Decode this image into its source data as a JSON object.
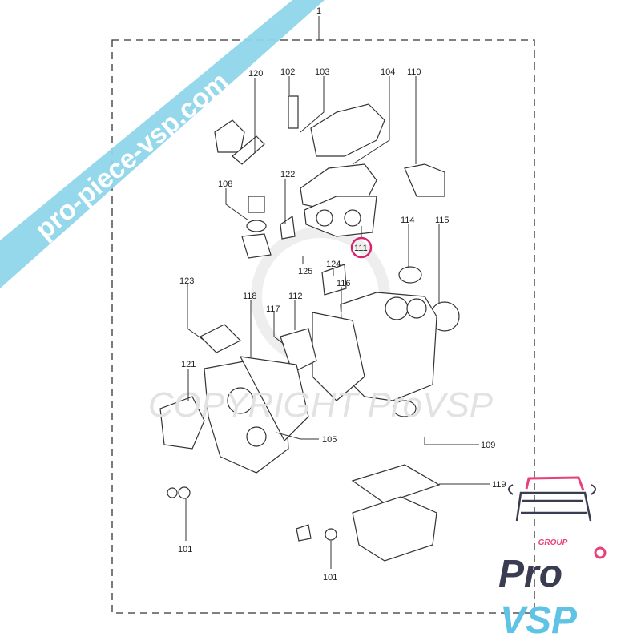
{
  "diagram": {
    "assembly_label": "1",
    "callouts": [
      {
        "id": "120",
        "text": "120"
      },
      {
        "id": "102",
        "text": "102"
      },
      {
        "id": "103",
        "text": "103"
      },
      {
        "id": "104",
        "text": "104"
      },
      {
        "id": "110",
        "text": "110"
      },
      {
        "id": "122",
        "text": "122"
      },
      {
        "id": "108",
        "text": "108"
      },
      {
        "id": "111",
        "text": "111",
        "highlighted": true
      },
      {
        "id": "114",
        "text": "114"
      },
      {
        "id": "115",
        "text": "115"
      },
      {
        "id": "125",
        "text": "125"
      },
      {
        "id": "124",
        "text": "124"
      },
      {
        "id": "116",
        "text": "116"
      },
      {
        "id": "123",
        "text": "123"
      },
      {
        "id": "118",
        "text": "118"
      },
      {
        "id": "117",
        "text": "117"
      },
      {
        "id": "112",
        "text": "112"
      },
      {
        "id": "121",
        "text": "121"
      },
      {
        "id": "105",
        "text": "105"
      },
      {
        "id": "109",
        "text": "109"
      },
      {
        "id": "119",
        "text": "119"
      },
      {
        "id": "101a",
        "text": "101"
      },
      {
        "id": "101b",
        "text": "101"
      }
    ],
    "highlight_color": "#d6246e"
  },
  "watermark": {
    "banner_text": "pro-piece-vsp.com",
    "banner_color": "#8fd6ea",
    "copyright_text": "COPYRIGHT ProVSP"
  },
  "logo": {
    "group": "GROUP",
    "pro": "Pro",
    "vsp": "VSP",
    "colors": {
      "dark": "#3a3d52",
      "pink": "#e8407a",
      "blue": "#5ec3e4"
    }
  }
}
